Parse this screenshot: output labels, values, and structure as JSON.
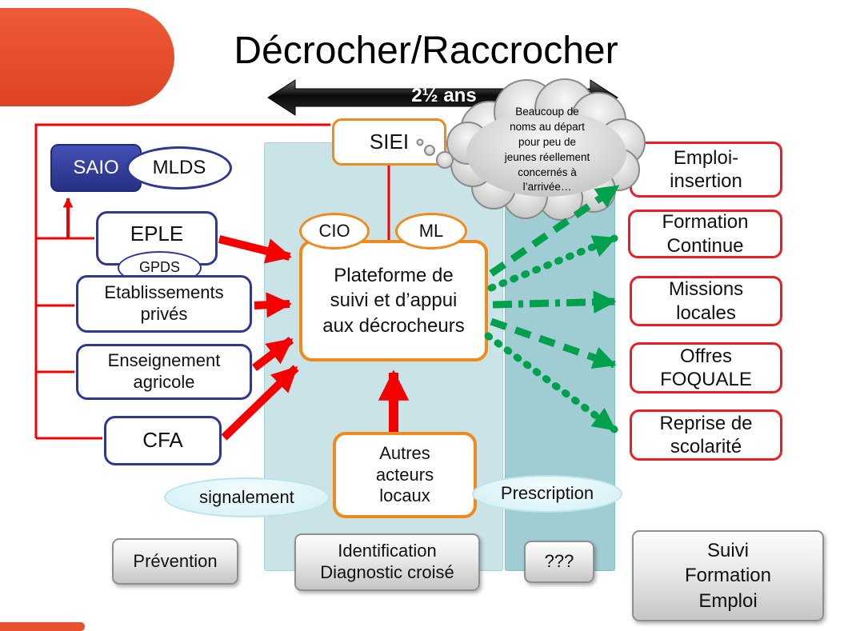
{
  "slide": {
    "title": "Décrocher/Raccrocher"
  },
  "timeline": {
    "label": "2½ ans"
  },
  "cloud": {
    "text": "Beaucoup de\nnoms au départ\npour peu de\njeunes réellement\nconcernés à\nl’arrivée…"
  },
  "nodes": {
    "siei": "SIEI",
    "saio": "SAIO",
    "mlds": "MLDS",
    "eple": "EPLE",
    "gpds": "GPDS",
    "etablissements_prives": "Etablissements\nprivés",
    "enseignement_agricole": "Enseignement\nagricole",
    "cfa": "CFA",
    "cio": "CIO",
    "ml": "ML",
    "plateforme": "Plateforme de\nsuivi et d’appui\naux décrocheurs",
    "autres_acteurs": "Autres\nacteurs\nlocaux",
    "emploi_insertion": "Emploi-\ninsertion",
    "formation_continue": "Formation\nContinue",
    "missions_locales": "Missions\nlocales",
    "offres_foquale": "Offres\nFOQUALE",
    "reprise_scolarite": "Reprise de\nscolarité"
  },
  "bands": {
    "signalement": "signalement",
    "prescription": "Prescription"
  },
  "phases": {
    "prevention": "Prévention",
    "identification": "Identification\nDiagnostic croisé",
    "inconnu": "???",
    "suivi": "Suivi\nFormation\nEmploi"
  },
  "colors": {
    "decor_orange": "#e8512e",
    "red": "#ee1c24",
    "blue": "#2f3795",
    "orange_border": "#f08a1d",
    "green": "#00a04c",
    "panel_teal_light": "#c6e1e5",
    "panel_teal_dark": "#9bcad2",
    "band_fill": "#ddf4f8",
    "phase_gray": "#d9d9d9"
  }
}
